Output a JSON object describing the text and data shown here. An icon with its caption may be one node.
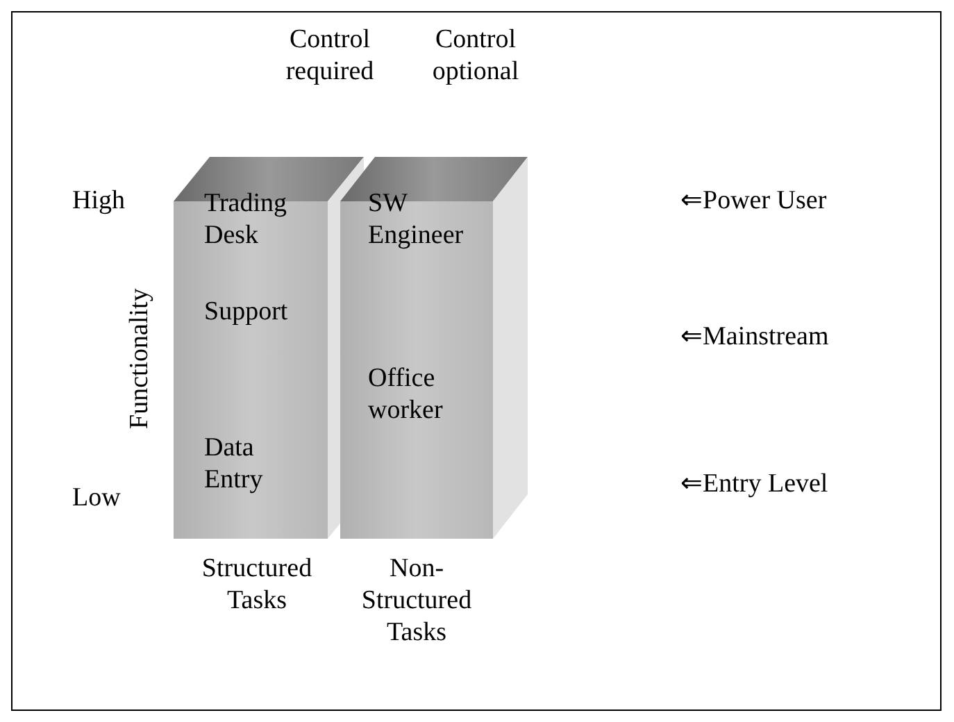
{
  "diagram": {
    "nodes": [
      {
        "text": [
          "Trading Desk",
          "Support",
          "Data Entry"
        ],
        "beside": [
          "Control required",
          "Structured Tasks"
        ]
      },
      {
        "text": [
          "SW Engineer",
          "Office worker"
        ],
        "beside": [
          "Control optional",
          "Non-Structured Tasks"
        ]
      }
    ],
    "edges": [],
    "labels": [
      "High",
      "Functionality",
      "Low",
      "⇐Power User",
      "⇐Mainstream",
      "⇐Entry Level"
    ]
  }
}
